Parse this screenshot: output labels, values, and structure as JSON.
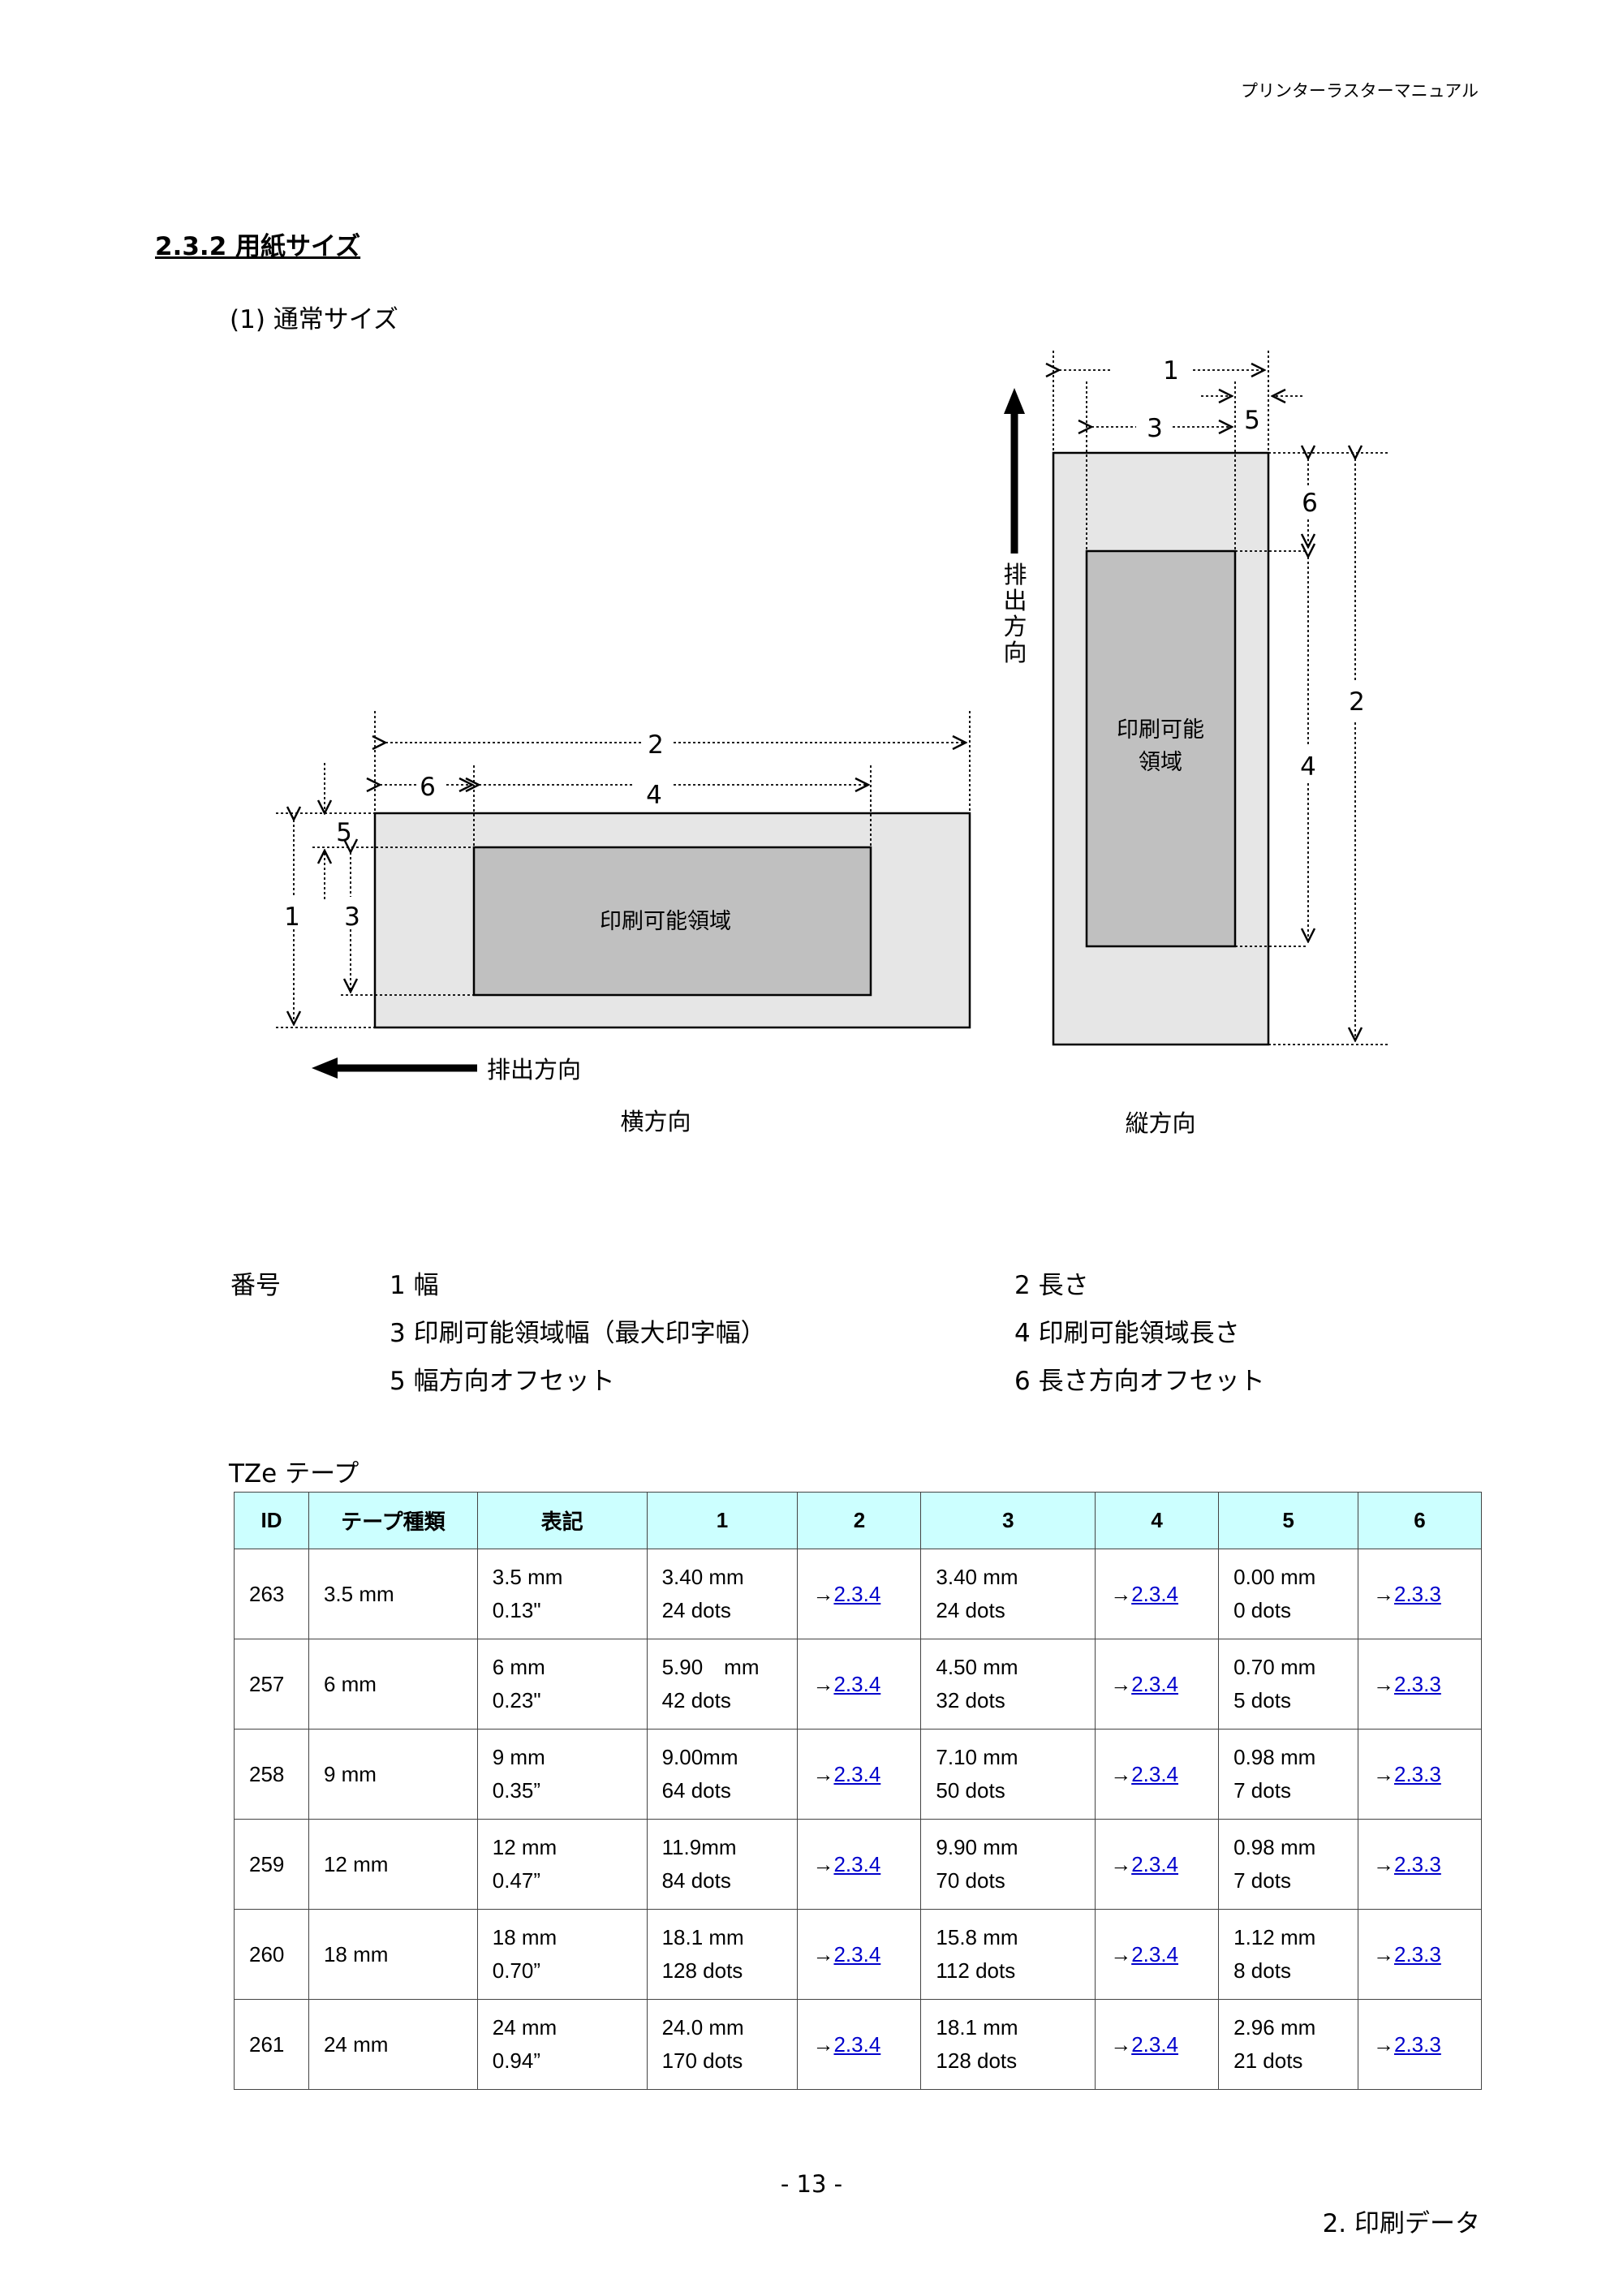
{
  "header": {
    "title": "プリンターラスターマニュアル"
  },
  "section": {
    "title": "2.3.2  用紙サイズ",
    "subtitle": "(1)  通常サイズ"
  },
  "figure": {
    "print_area_label": "印刷可能領域",
    "print_area_label_line1": "印刷可能",
    "print_area_label_line2": "領域",
    "feed_direction": "排出方向",
    "feed_direction_vertical": [
      "排",
      "出",
      "方",
      "向"
    ],
    "caption_landscape": "横方向",
    "caption_portrait": "縦方向",
    "labels": {
      "n1": "1",
      "n2": "2",
      "n3": "3",
      "n4": "4",
      "n5": "5",
      "n6": "6"
    }
  },
  "legend": {
    "label": "番号",
    "items": [
      {
        "no": "1",
        "text": "幅"
      },
      {
        "no": "2",
        "text": "長さ"
      },
      {
        "no": "3",
        "text": "印刷可能領域幅（最大印字幅）"
      },
      {
        "no": "4",
        "text": "印刷可能領域長さ"
      },
      {
        "no": "5",
        "text": "幅方向オフセット"
      },
      {
        "no": "6",
        "text": "長さ方向オフセット"
      }
    ]
  },
  "tze": {
    "label": "TZe テープ",
    "columns": [
      "ID",
      "テープ種類",
      "表記",
      "1",
      "2",
      "3",
      "4",
      "5",
      "6"
    ],
    "arrow": "→",
    "rows": [
      {
        "id": "263",
        "type": "3.5 mm",
        "mark": [
          "3.5 mm",
          "0.13\""
        ],
        "c1": [
          "3.40 mm",
          "24 dots"
        ],
        "c2": "2.3.4",
        "c3": [
          "3.40 mm",
          "24 dots"
        ],
        "c4": "2.3.4",
        "c5": [
          "0.00 mm",
          "0 dots"
        ],
        "c6": "2.3.3"
      },
      {
        "id": "257",
        "type": "6 mm",
        "mark": [
          "6 mm",
          "0.23\""
        ],
        "c1": [
          "5.90　mm",
          "42 dots"
        ],
        "c2": "2.3.4",
        "c3": [
          "4.50 mm",
          "32 dots"
        ],
        "c4": "2.3.4",
        "c5": [
          "0.70 mm",
          "5 dots"
        ],
        "c6": "2.3.3"
      },
      {
        "id": "258",
        "type": "9 mm",
        "mark": [
          "9 mm",
          "0.35”"
        ],
        "c1": [
          "9.00mm",
          "64 dots"
        ],
        "c2": "2.3.4",
        "c3": [
          "7.10 mm",
          "50 dots"
        ],
        "c4": "2.3.4",
        "c5": [
          "0.98 mm",
          "7 dots"
        ],
        "c6": "2.3.3"
      },
      {
        "id": "259",
        "type": "12 mm",
        "mark": [
          "12 mm",
          "0.47”"
        ],
        "c1": [
          "11.9mm",
          "84 dots"
        ],
        "c2": "2.3.4",
        "c3": [
          "9.90 mm",
          "70 dots"
        ],
        "c4": "2.3.4",
        "c5": [
          "0.98 mm",
          "7 dots"
        ],
        "c6": "2.3.3"
      },
      {
        "id": "260",
        "type": "18 mm",
        "mark": [
          "18 mm",
          "0.70”"
        ],
        "c1": [
          "18.1 mm",
          "128 dots"
        ],
        "c2": "2.3.4",
        "c3": [
          "15.8 mm",
          "112 dots"
        ],
        "c4": "2.3.4",
        "c5": [
          "1.12 mm",
          "8 dots"
        ],
        "c6": "2.3.3"
      },
      {
        "id": "261",
        "type": "24 mm",
        "mark": [
          "24 mm",
          "0.94”"
        ],
        "c1": [
          "24.0 mm",
          "170 dots"
        ],
        "c2": "2.3.4",
        "c3": [
          "18.1 mm",
          "128 dots"
        ],
        "c4": "2.3.4",
        "c5": [
          "2.96 mm",
          "21 dots"
        ],
        "c6": "2.3.3"
      }
    ]
  },
  "footer": {
    "page": "- 13 -",
    "chapter": "2.  印刷データ"
  }
}
